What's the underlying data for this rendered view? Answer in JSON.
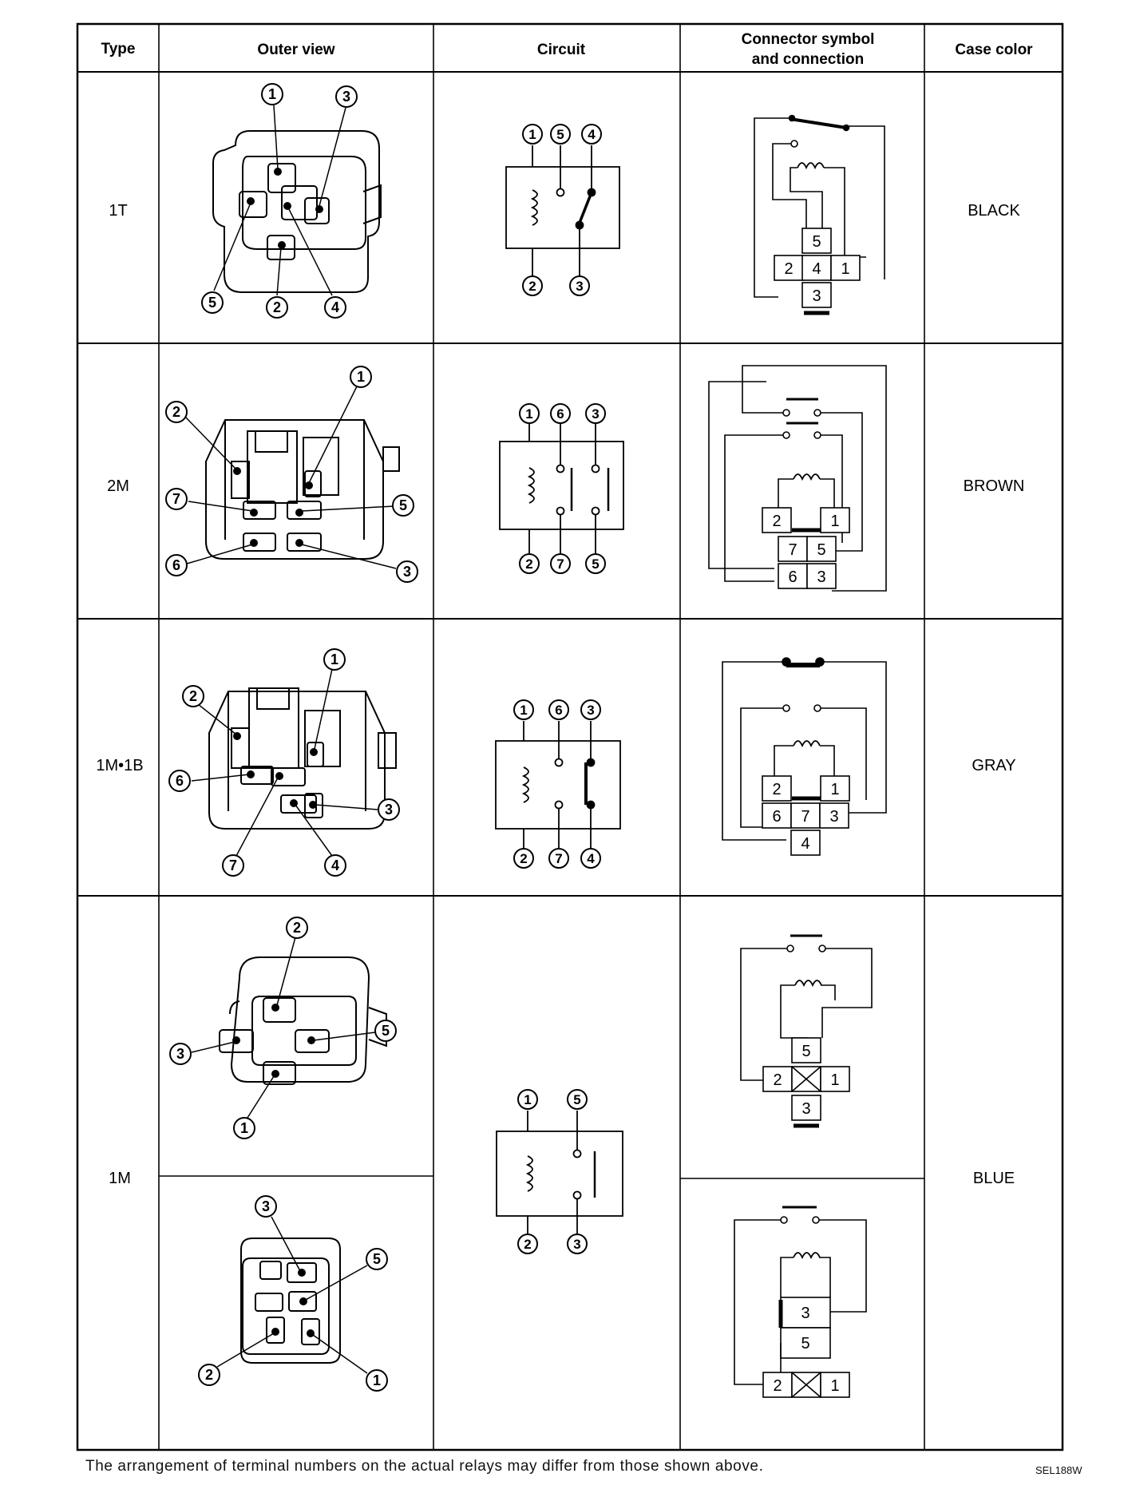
{
  "table": {
    "headers": {
      "type": "Type",
      "outer_view": "Outer view",
      "circuit": "Circuit",
      "connector_line1": "Connector symbol",
      "connector_line2": "and connection",
      "case_color": "Case color"
    },
    "rows": [
      {
        "type": "1T",
        "case_color": "BLACK",
        "outer_callouts": [
          "1",
          "3",
          "5",
          "2",
          "4"
        ],
        "circuit_top": [
          "1",
          "5",
          "4"
        ],
        "circuit_bottom": [
          "2",
          "3"
        ],
        "connector_terminals": [
          "5",
          "2",
          "4",
          "1",
          "3"
        ]
      },
      {
        "type": "2M",
        "case_color": "BROWN",
        "outer_callouts": [
          "1",
          "2",
          "7",
          "5",
          "6",
          "3"
        ],
        "circuit_top": [
          "1",
          "6",
          "3"
        ],
        "circuit_bottom": [
          "2",
          "7",
          "5"
        ],
        "connector_terminals": [
          "2",
          "1",
          "7",
          "5",
          "6",
          "3"
        ]
      },
      {
        "type": "1M•1B",
        "case_color": "GRAY",
        "outer_callouts": [
          "1",
          "2",
          "6",
          "3",
          "7",
          "4"
        ],
        "circuit_top": [
          "1",
          "6",
          "3"
        ],
        "circuit_bottom": [
          "2",
          "7",
          "4"
        ],
        "connector_terminals": [
          "2",
          "1",
          "6",
          "7",
          "3",
          "4"
        ]
      },
      {
        "type": "1M",
        "case_color": "BLUE",
        "outer_callouts_a": [
          "2",
          "5",
          "3",
          "1"
        ],
        "outer_callouts_b": [
          "3",
          "5",
          "2",
          "1"
        ],
        "circuit_top": [
          "1",
          "5"
        ],
        "circuit_bottom": [
          "2",
          "3"
        ],
        "connector_terminals_a": [
          "5",
          "2",
          "1",
          "3"
        ],
        "connector_terminals_b": [
          "3",
          "5",
          "2",
          "1"
        ]
      }
    ]
  },
  "footer": {
    "note": "The arrangement of terminal numbers on the actual relays may differ from those shown above.",
    "code": "SEL188W"
  }
}
